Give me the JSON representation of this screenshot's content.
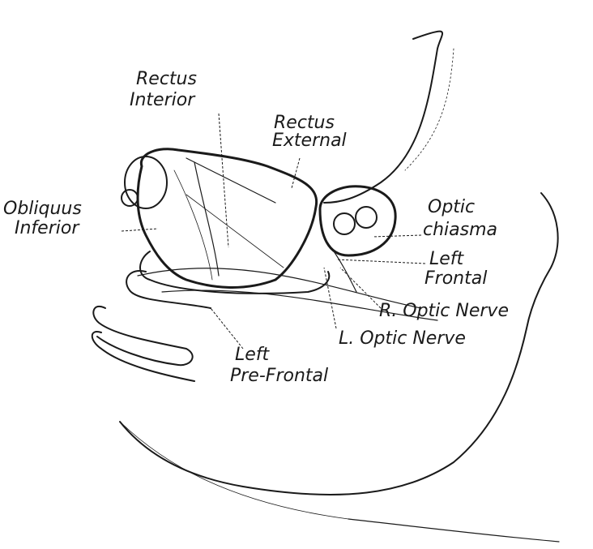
{
  "labels": {
    "rectus_interior": [
      "Rectus",
      "Interior"
    ],
    "rectus_external": [
      "Rectus",
      "External"
    ],
    "obliquus_inferior": [
      "Obliquus",
      "Inferior"
    ],
    "optic_chiasma": [
      "Optic",
      "chiasma"
    ],
    "left_frontal": [
      "Left",
      "Frontal"
    ],
    "r_optic_nerve": "R. Optic Nerve",
    "l_optic_nerve": "L. Optic Nerve",
    "left_pre_frontal": [
      "Left",
      "Pre-Frontal"
    ]
  }
}
